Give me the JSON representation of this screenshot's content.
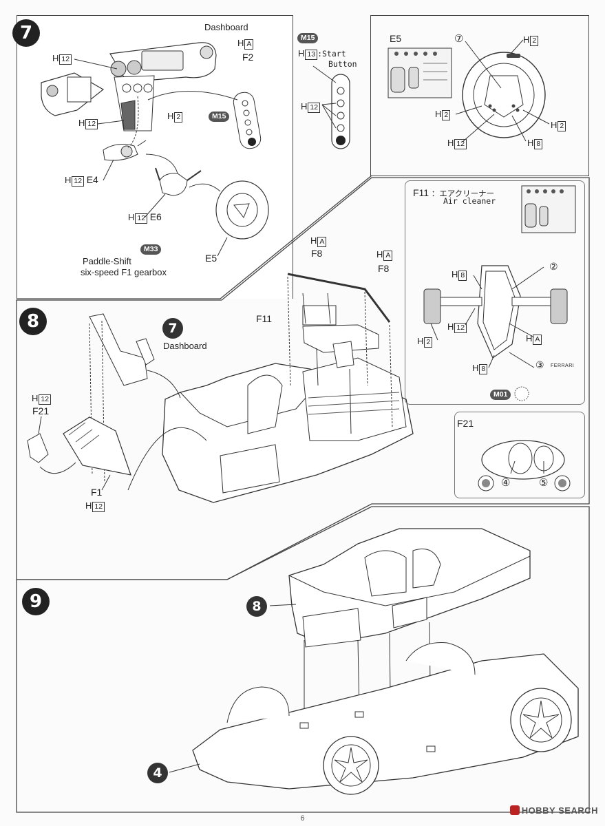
{
  "step7": {
    "number": "7",
    "dashboard": "Dashboard",
    "f2_part": "F2",
    "h12_a": "H",
    "h12_a_box": "12",
    "ha_top": "H",
    "ha_top_box": "A",
    "h12_b": "H",
    "h12_b_box": "12",
    "h2": "H",
    "h2_box": "2",
    "m15": "M15",
    "h12_e4": "H",
    "h12_e4_box": "12",
    "e4": "E4",
    "h12_e6": "H",
    "h12_e6_box": "12",
    "e6": "E6",
    "m33": "M33",
    "paddle1": "Paddle-Shift",
    "paddle2": "six-speed F1 gearbox",
    "e5": "E5"
  },
  "start_panel": {
    "m15": "M15",
    "h13": "H",
    "h13_box": "13",
    "start": ":Start",
    "button": "Button",
    "h12": "H",
    "h12_box": "12",
    "start_text": "start"
  },
  "wheel_panel": {
    "e5": "E5",
    "num7": "⑦",
    "h2_a": "H",
    "h2_a_box": "2",
    "h2_b": "H",
    "h2_b_box": "2",
    "h2_c": "H",
    "h2_c_box": "2",
    "h12": "H",
    "h12_box": "12",
    "h8": "H",
    "h8_box": "8"
  },
  "air_panel": {
    "f11": "F11",
    "jp": "：エアクリーナー",
    "en": "Air cleaner",
    "num2": "②",
    "num3": "③",
    "h8_a": "H",
    "h8_a_box": "8",
    "h12": "H",
    "h12_box": "12",
    "ha": "H",
    "ha_box": "A",
    "h2": "H",
    "h2_box": "2",
    "h8_b": "H",
    "h8_b_box": "8",
    "m01": "M01",
    "ferrari": "FERRARI"
  },
  "f21_panel": {
    "f21": "F21",
    "num4": "④",
    "num5": "⑤"
  },
  "step8": {
    "number": "8",
    "ref7": "7",
    "dashboard": "Dashboard",
    "ha_1": "H",
    "ha_1_box": "A",
    "f8_1": "F8",
    "ha_2": "H",
    "ha_2_box": "A",
    "f8_2": "F8",
    "f11": "F11",
    "h12_f21": "H",
    "h12_f21_box": "12",
    "f21": "F21",
    "f1": "F1",
    "h12_f1": "H",
    "h12_f1_box": "12"
  },
  "step9": {
    "number": "9",
    "ref8": "8",
    "ref4": "4"
  },
  "footer": {
    "page": "6",
    "watermark": "HOBBY SEARCH"
  }
}
